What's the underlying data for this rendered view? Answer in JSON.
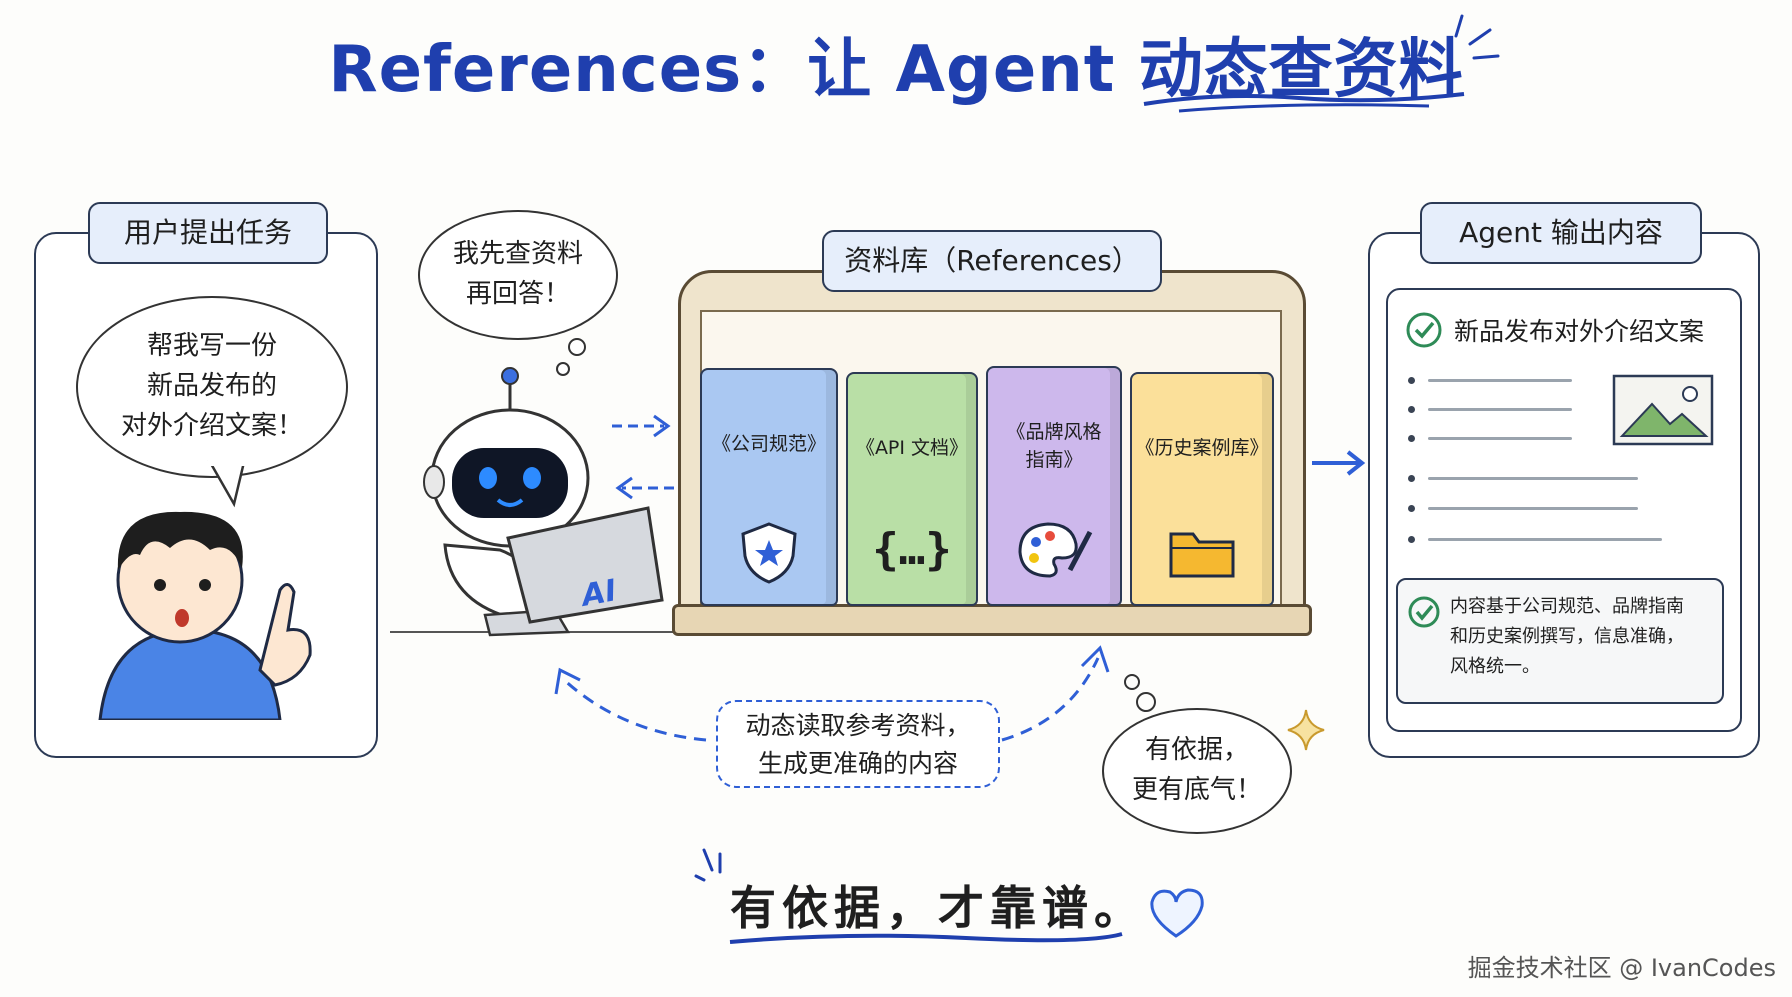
{
  "title": {
    "prefix": "References：让 Agent ",
    "highlight": "动态查资料"
  },
  "left_panel": {
    "tag": "用户提出任务",
    "speech": [
      "帮我写一份",
      "新品发布的",
      "对外介绍文案！"
    ]
  },
  "robot": {
    "thought": [
      "我先查资料",
      "再回答！"
    ],
    "laptop_label": "AI"
  },
  "library": {
    "tag": "资料库（References）",
    "books": [
      {
        "label": "《公司规范》",
        "icon": "shield-star-icon",
        "color": "#aac8f2"
      },
      {
        "label": "《API 文档》",
        "icon": "curly-braces-icon",
        "color": "#b9dfa6"
      },
      {
        "label": "《品牌风格指南》",
        "label_lines": [
          "《品牌风格",
          "指南》"
        ],
        "icon": "palette-icon",
        "color": "#cdb8ec"
      },
      {
        "label": "《历史案例库》",
        "icon": "folder-icon",
        "color": "#fbe09a"
      }
    ]
  },
  "right_panel": {
    "tag": "Agent 输出内容",
    "doc_title": "新品发布对外介绍文案",
    "summary": [
      "内容基于公司规范、品牌指南",
      "和历史案例撰写，信息准确，",
      "风格统一。"
    ]
  },
  "notes": {
    "dynamic": [
      "动态读取参考资料，",
      "生成更准确的内容"
    ],
    "confidence": [
      "有依据，",
      "更有底气！"
    ]
  },
  "footer": "有依据，才靠谱。",
  "watermark": "掘金技术社区 @ IvanCodes",
  "colors": {
    "title": "#1f3fae",
    "arrow": "#2f5fd6",
    "tag_bg": "#e6eefb",
    "check": "#2e8b57",
    "shelf": "#e9dcc2"
  }
}
